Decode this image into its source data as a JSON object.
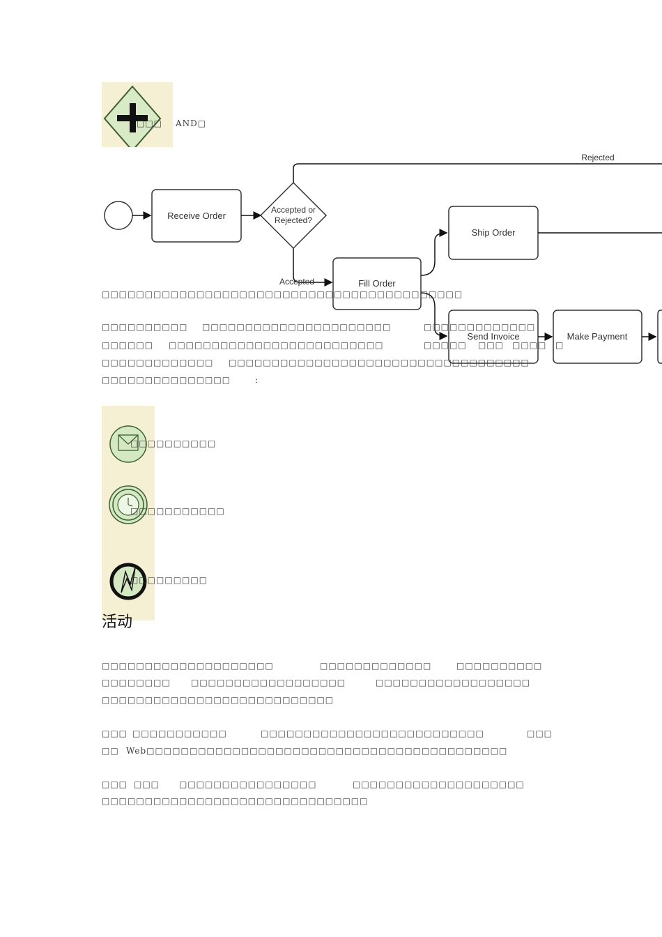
{
  "gateway": {
    "icon": "parallel-gateway-icon",
    "caption_prefix": "□□□",
    "caption": "AND□"
  },
  "diagram": {
    "rejected_label": "Rejected",
    "receive_order": "Receive Order",
    "decision_line1": "Accepted or",
    "decision_line2": "Rejected?",
    "accepted_label": "Accepted",
    "fill_order": "Fill Order",
    "ship_order": "Ship Order",
    "send_invoice": "Send Invoice",
    "make_payment": "Make Payment"
  },
  "para1": {
    "line1": "□□□□□□□□□□□□□□□□□□□□□□□□□□□□□□□□□□□□□□□□□□"
  },
  "para2": {
    "line1a": "□□□□□□□□□□",
    "line1b": "□□□□□□□□□□□□□□□□□□□□□□",
    "line1c": "□□□□□□□□□□□□□",
    "line2a": "□□□□□□",
    "line2b": "□□□□□□□□□□□□□□□□□□□□□□□□□",
    "line2c": "□□□□□",
    "line2d": "□□□",
    "line2e": "□□□□",
    "line2f": "□",
    "line3a": "□□□□□□□□□□□□□",
    "line3b": "□□□□□□□□□□□□□□□□□□□□□□□□□□□□□□□□□□□",
    "line4a": "□□□□□□□□□□□□□□□",
    "line4b": ":"
  },
  "events": [
    {
      "icon": "message-event-icon",
      "label": "□□□□□□□□□□"
    },
    {
      "icon": "timer-event-icon",
      "label": "□□□□□□□□□□□"
    },
    {
      "icon": "error-event-icon",
      "label": "□□□□□□□□□"
    }
  ],
  "section_heading": "活动",
  "para3": {
    "line1a": "□□□□□□□□□□□□□□□□□□□□",
    "line1b": "□□□□□□□□□□□□□",
    "line1c": "□□□□□□□□□□",
    "line2a": "□□□□□□□□",
    "line2b": "□□□□□□□□□□□□□□□□□□",
    "line2c": "□□□□□□□□□□□□□□□□□□",
    "line3": "□□□□□□□□□□□□□□□□□□□□□□□□□□□"
  },
  "para4": {
    "line1a": "□□□",
    "line1b": "□□□□□□□□□□□",
    "line1c": "□□□□□□□□□□□□□□□□□□□□□□□□□□",
    "line1d": "□□□",
    "line2a": "□□",
    "line2b": "Web□□□□□□□□□□□□□□□□□□□□□□□□□□□□□□□□□□□□□□□□□□"
  },
  "para5": {
    "line1a": "□□□",
    "line1b": "□□□",
    "line1c": "□□□□□□□□□□□□□□□□",
    "line1d": "□□□□□□□□□□□□□□□□□□□□",
    "line2": "□□□□□□□□□□□□□□□□□□□□□□□□□□□□□□□"
  }
}
